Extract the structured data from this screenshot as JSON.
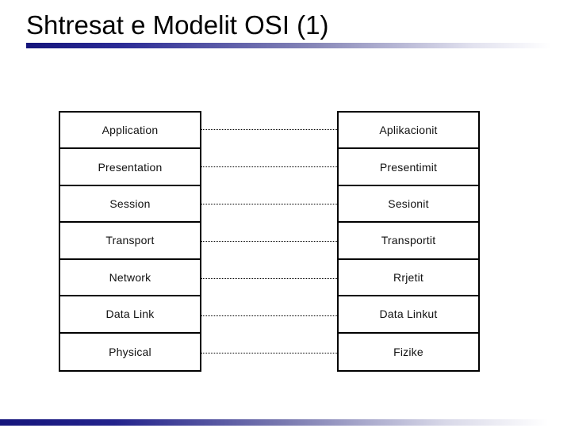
{
  "slide": {
    "title": "Shtresat e Modelit OSI (1)",
    "accent_dark_color": "#15157B",
    "accent_fade_color": "#FFFFFF",
    "border_color": "#000000",
    "text_color": "#000000"
  },
  "layers": [
    {
      "en": "Application",
      "sq": "Aplikacionit"
    },
    {
      "en": "Presentation",
      "sq": "Presentimit"
    },
    {
      "en": "Session",
      "sq": "Sesionit"
    },
    {
      "en": "Transport",
      "sq": "Transportit"
    },
    {
      "en": "Network",
      "sq": "Rrjetit"
    },
    {
      "en": "Data Link",
      "sq": "Data Linkut"
    },
    {
      "en": "Physical",
      "sq": "Fizike"
    }
  ]
}
